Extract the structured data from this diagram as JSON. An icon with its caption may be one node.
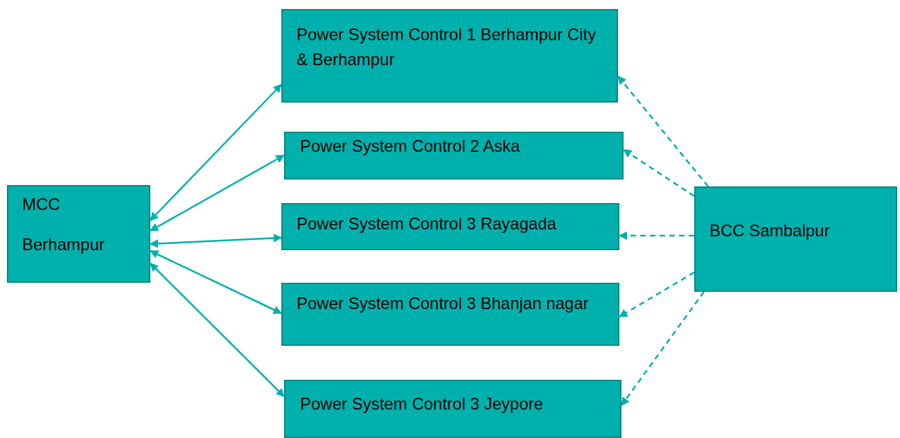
{
  "diagram": {
    "nodes": [
      {
        "text": [
          "MCC",
          "Berhampur"
        ]
      },
      {
        "text": [
          "Power System Control 1 Berhampur City & Berhampur"
        ]
      },
      {
        "text": [
          "Power System Control 2 Aska"
        ]
      },
      {
        "text": [
          "Power System Control 3 Rayagada"
        ]
      },
      {
        "text": [
          "Power System Control 3 Bhanjan nagar"
        ]
      },
      {
        "text": [
          "Power System Control 3 Jeypore"
        ]
      },
      {
        "text": [
          "BCC Sambalpur"
        ]
      }
    ],
    "edges": [
      {
        "from": 0,
        "to": 1,
        "arrow": "both"
      },
      {
        "from": 0,
        "to": 2,
        "arrow": "both"
      },
      {
        "from": 0,
        "to": 3,
        "arrow": "both"
      },
      {
        "from": 0,
        "to": 4,
        "arrow": "both"
      },
      {
        "from": 0,
        "to": 5,
        "arrow": "both"
      },
      {
        "from": 6,
        "to": 1,
        "arrow": "to",
        "style": "dashed"
      },
      {
        "from": 6,
        "to": 2,
        "arrow": "to",
        "style": "dashed"
      },
      {
        "from": 6,
        "to": 3,
        "arrow": "to",
        "style": "dashed"
      },
      {
        "from": 6,
        "to": 4,
        "arrow": "to",
        "style": "dashed"
      },
      {
        "from": 6,
        "to": 5,
        "arrow": "to",
        "style": "dashed"
      }
    ]
  }
}
